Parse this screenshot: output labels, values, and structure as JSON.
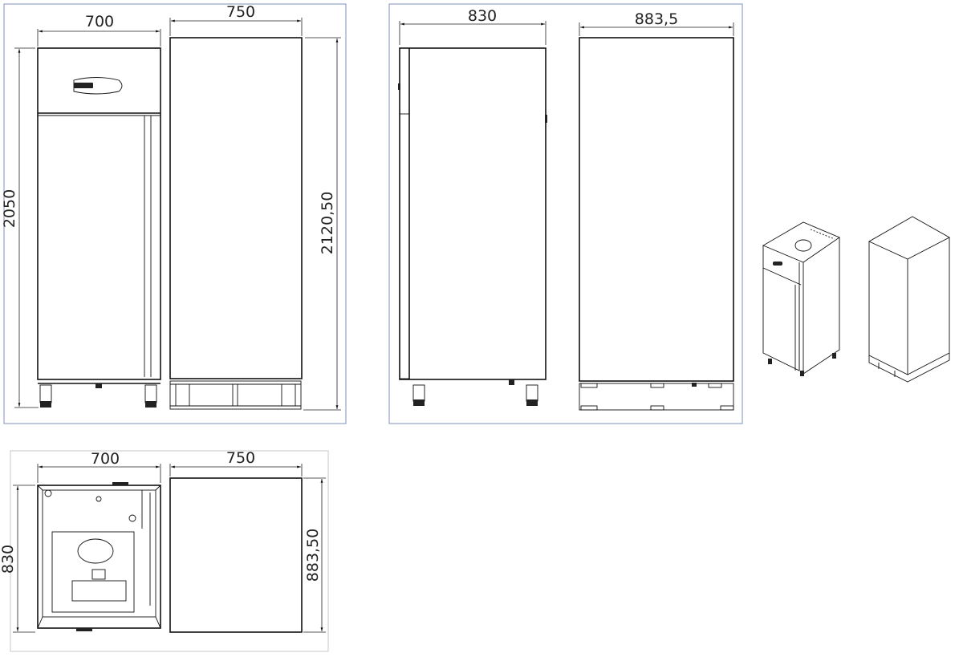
{
  "views": {
    "front": {
      "width_label": "700",
      "height_label": "2050"
    },
    "side_packed": {
      "width_label": "750",
      "height_label": "2120,50"
    },
    "side": {
      "width_label": "830"
    },
    "side_packed_depth": {
      "width_label": "883,5"
    },
    "top": {
      "width_label": "700",
      "depth_label": "830"
    },
    "top_packed": {
      "width_label": "750",
      "depth_label": "883,50"
    },
    "isometric": [
      "isometric-unit",
      "isometric-packed"
    ]
  },
  "colors": {
    "frame": "#7f8fb8",
    "frame_light": "#c9c9c9",
    "line": "#111111"
  }
}
